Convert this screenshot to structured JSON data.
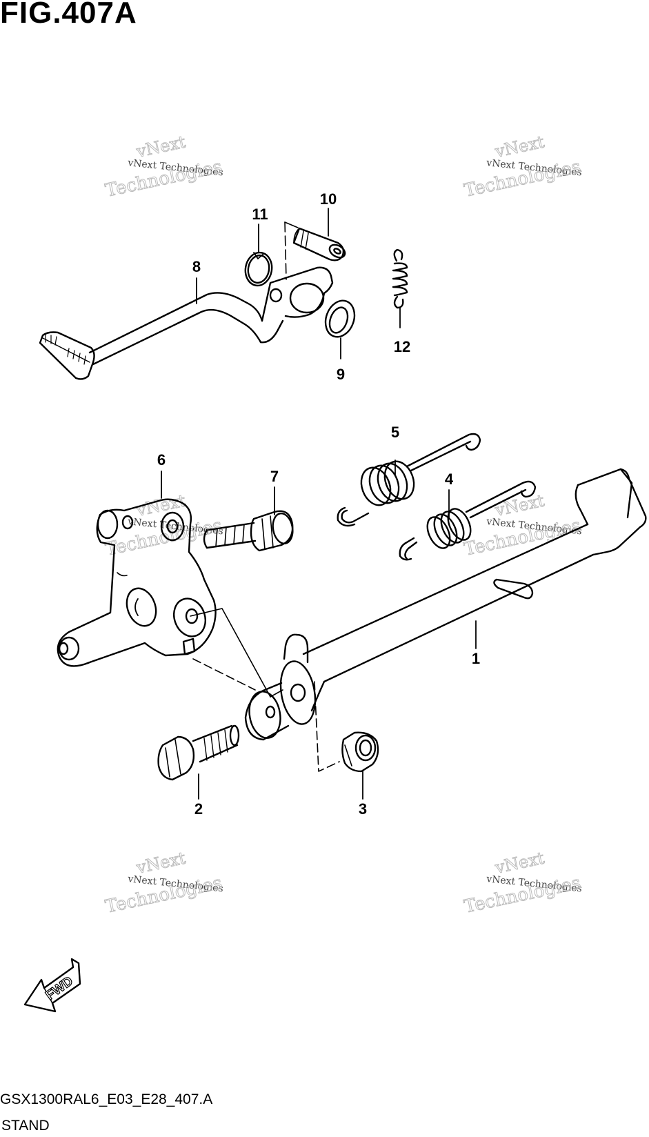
{
  "figure": {
    "title": "FIG.407A",
    "model_code": "GSX1300RAL6_E03_E28_407.A",
    "section_name": "STAND"
  },
  "callouts": [
    "1",
    "2",
    "3",
    "4",
    "5",
    "6",
    "7",
    "8",
    "9",
    "10",
    "11",
    "12"
  ],
  "direction_badge": "FWD",
  "watermark": {
    "line1": "vNext Technologies",
    "line2": "vNext",
    "line3": "Technologies"
  },
  "colors": {
    "ink": "#000000",
    "watermark": "#bdbdbd",
    "background": "#ffffff"
  }
}
